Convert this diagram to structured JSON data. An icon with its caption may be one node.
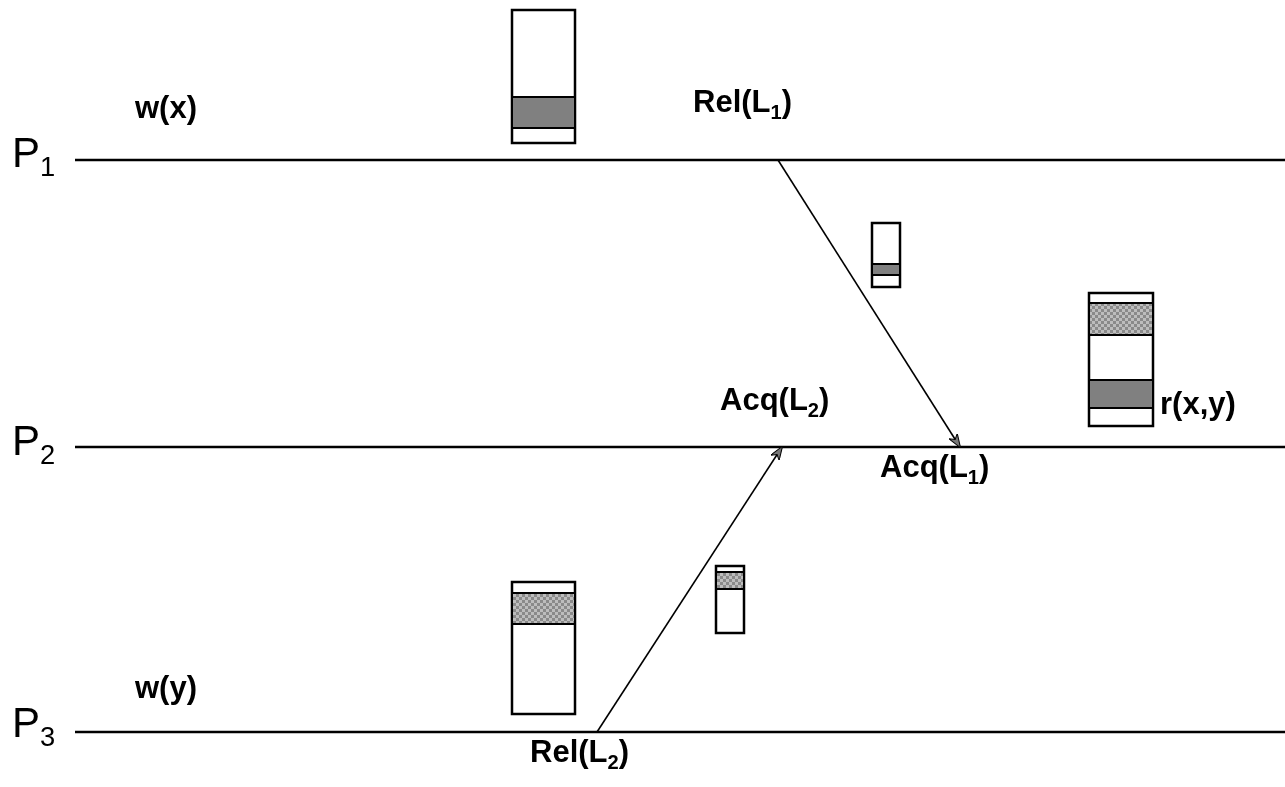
{
  "diagram": {
    "nodes": [
      {
        "text": [
          "Rel(L$_{1}$)"
        ]
      },
      {
        "text": [
          "Acq(L$_{2}$)"
        ]
      },
      {
        "text": [
          "Acq(L$_{1}$)"
        ]
      },
      {
        "text": [
          "Rel(L$_{2}$)"
        ]
      }
    ],
    "edges": [
      {
        "from": 0,
        "to": 2,
        "arrow": "to"
      },
      {
        "from": 3,
        "to": 1,
        "arrow": "to"
      }
    ],
    "labels": [
      "w(x)",
      "P$_{1}$",
      "r(x,y)",
      "P$_{2}$",
      "w(y)",
      "P$_{3}$"
    ]
  }
}
